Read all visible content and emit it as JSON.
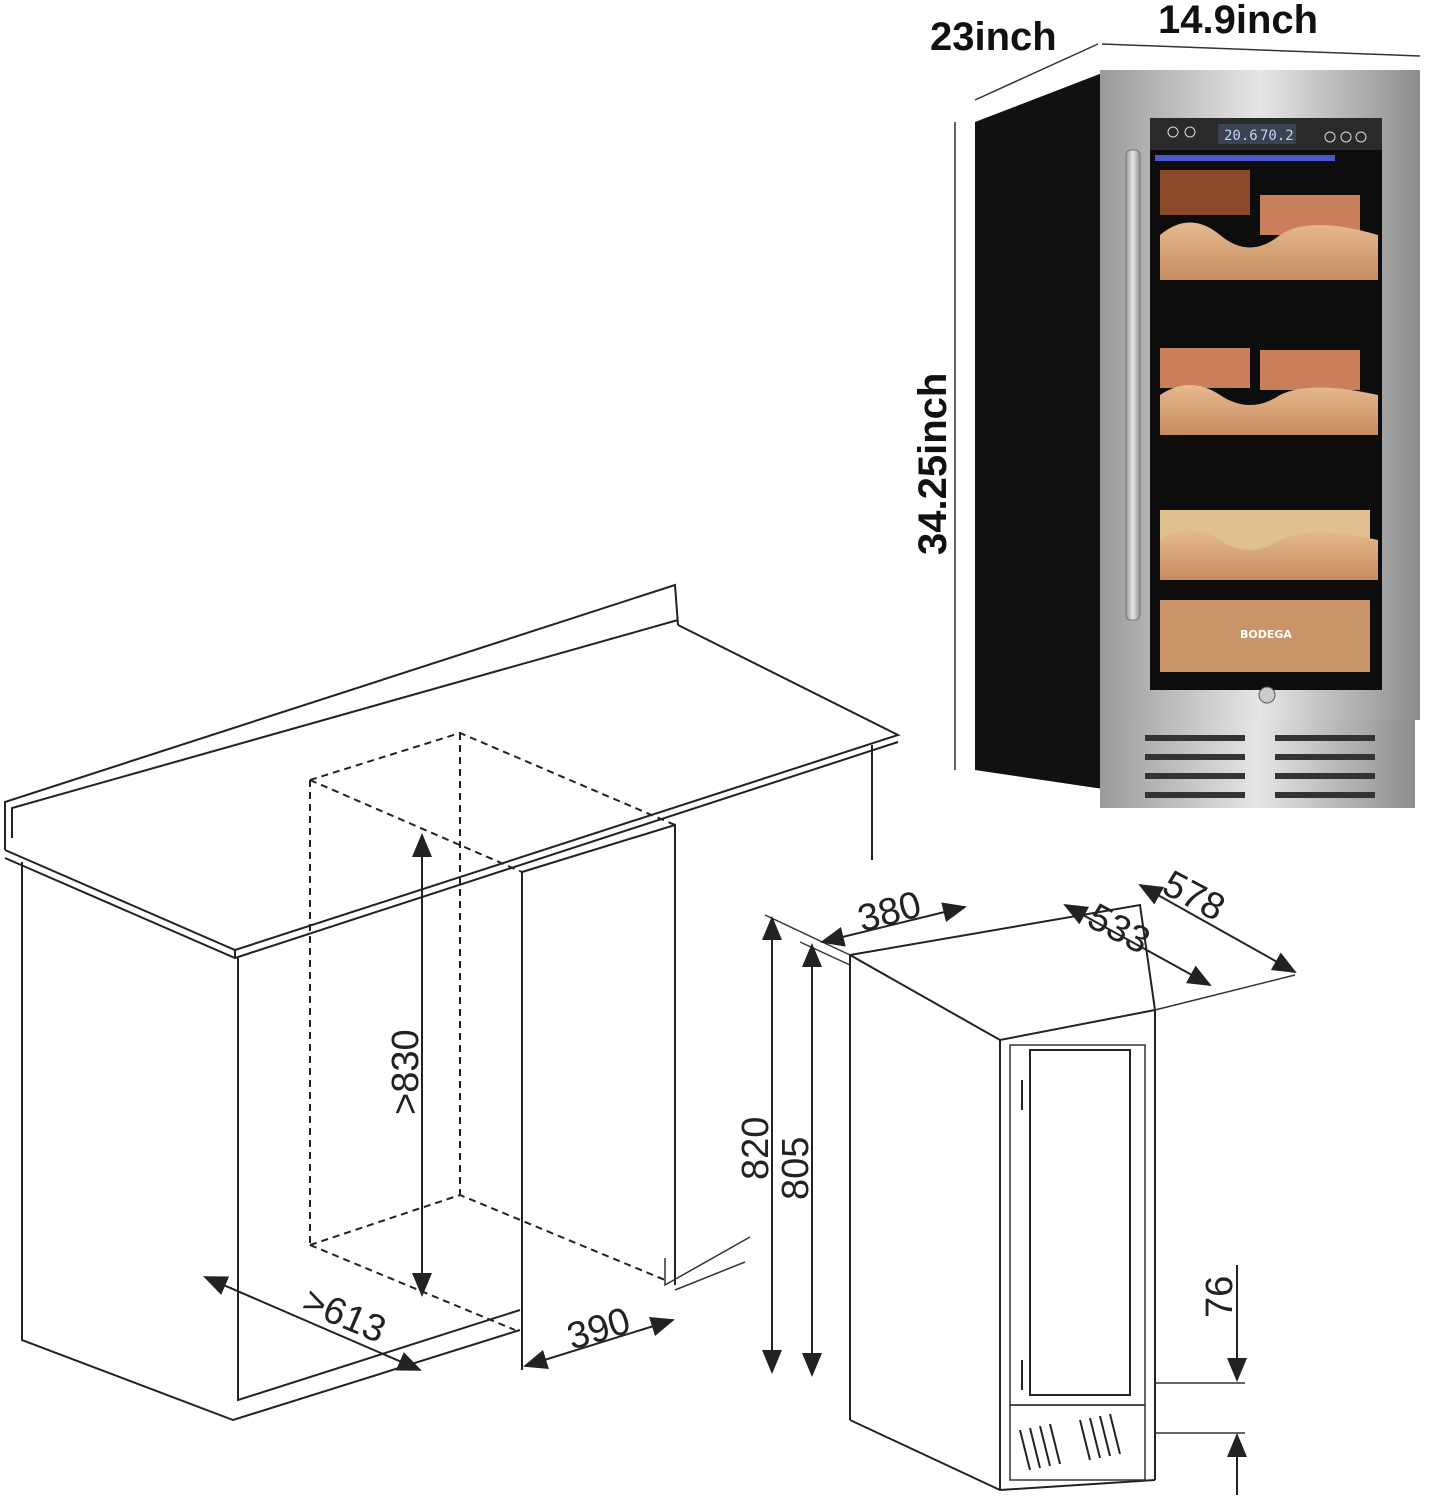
{
  "photo": {
    "depth_label": "23inch",
    "width_label": "14.9inch",
    "height_label": "34.25inch",
    "display": {
      "temperature": "20.6",
      "humidity": "70.2"
    },
    "brand_logo": "BODEGA",
    "colors": {
      "body": "#111111",
      "frame": "#b8b8b8",
      "wood": "#d9a77a",
      "led": "#5a6cff"
    }
  },
  "cabinet_drawing": {
    "opening_height": ">830",
    "opening_depth": ">613",
    "opening_width": "390"
  },
  "unit_drawing": {
    "width": "380",
    "depth_body": "533",
    "depth_total": "578",
    "height_total": "820",
    "height_body": "805",
    "base_height": "76"
  }
}
